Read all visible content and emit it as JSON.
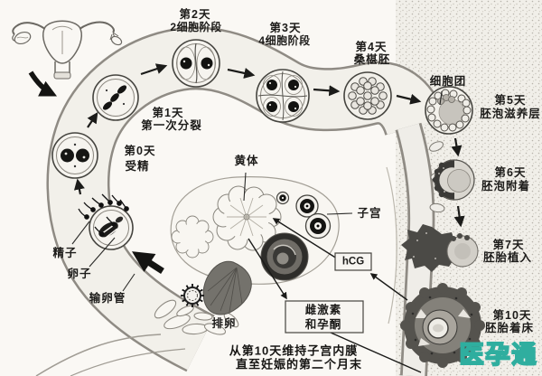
{
  "stages": [
    {
      "day": "第0天",
      "desc": "受精"
    },
    {
      "day": "第1天",
      "desc": "第一次分裂"
    },
    {
      "day": "第2天",
      "desc": "2细胞阶段"
    },
    {
      "day": "第3天",
      "desc": "4细胞阶段"
    },
    {
      "day": "第4天",
      "desc": "桑椹胚"
    },
    {
      "day": "第5天",
      "desc": "胚泡滋养层"
    },
    {
      "day": "第6天",
      "desc": "胚泡附着"
    },
    {
      "day": "第7天",
      "desc": "胚胎植入"
    },
    {
      "day": "第10天",
      "desc": "胚胎着床"
    }
  ],
  "anatomy": {
    "cell_mass": "细胞团",
    "corpus_luteum": "黄体",
    "uterus": "子宫",
    "sperm": "精子",
    "egg": "卵子",
    "fallopian_tube": "输卵管",
    "ovulation": "排卵"
  },
  "hormones": {
    "hcg_label": "hCG",
    "box_line1": "雌激素",
    "box_line2": "和孕酮"
  },
  "footnote": {
    "line1": "从第10天维持子宫内膜",
    "line2": "直至妊娠的第二个月末"
  },
  "watermark": {
    "text": "医孕通",
    "color": "#2fae9f"
  }
}
